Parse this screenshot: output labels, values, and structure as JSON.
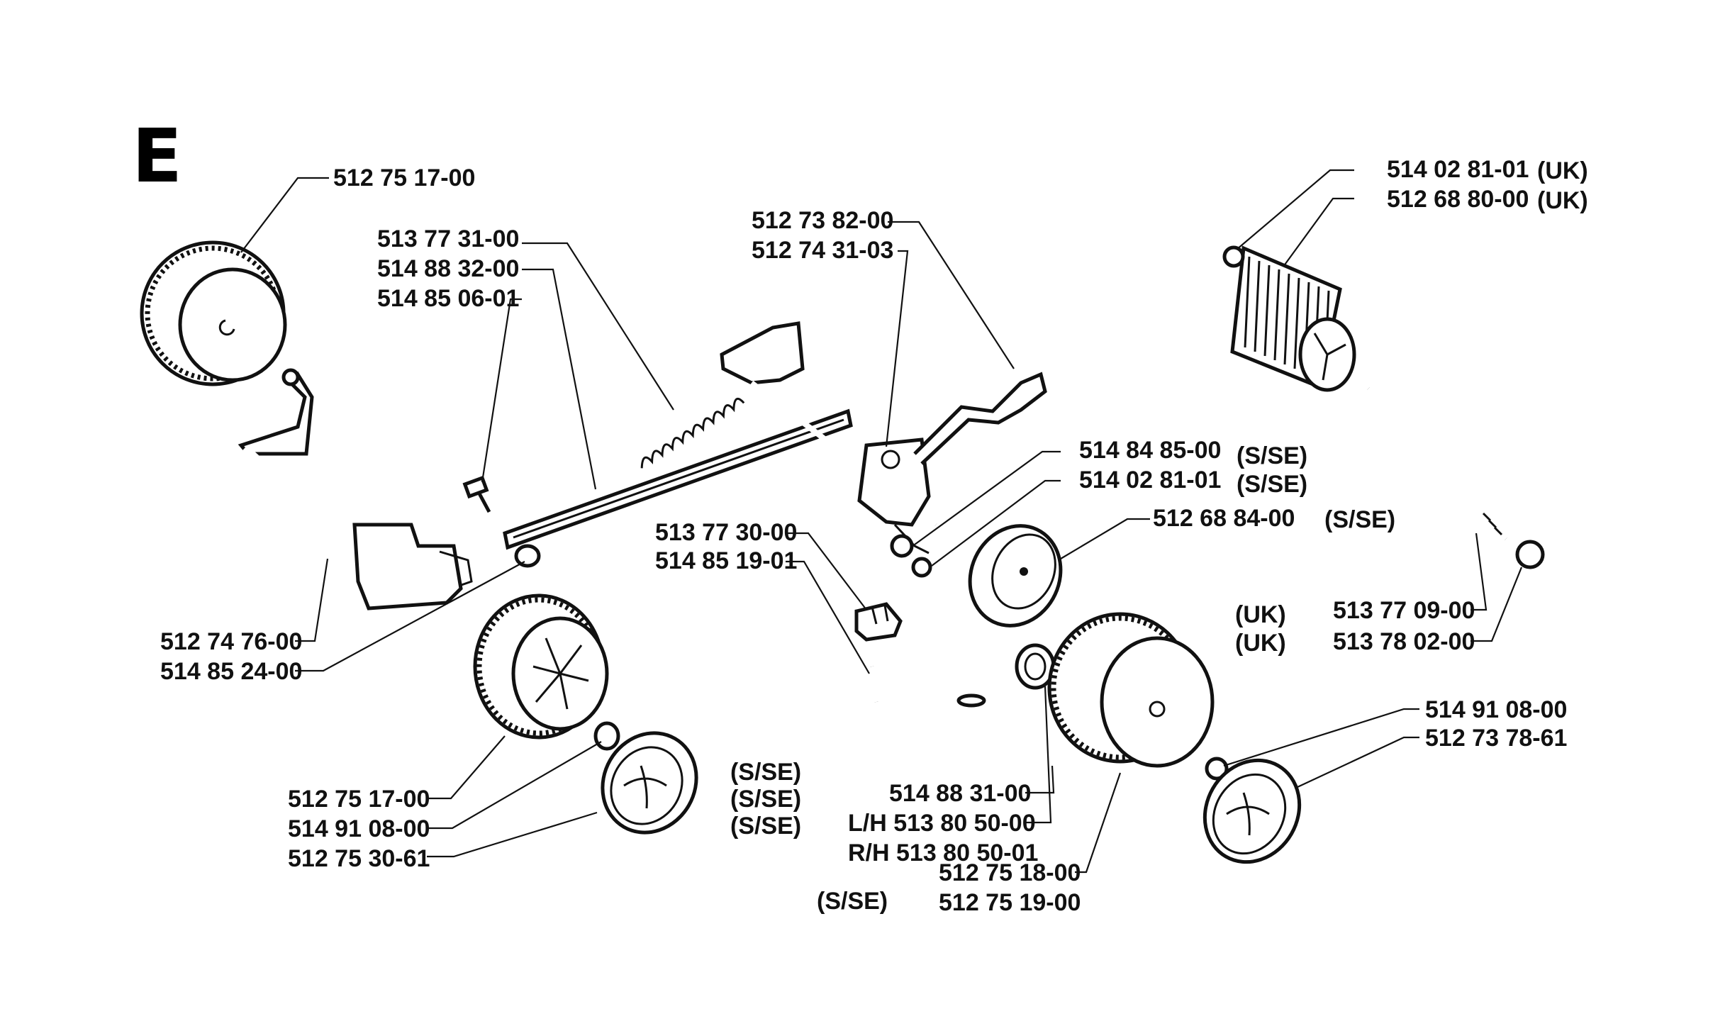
{
  "section_letter": "E",
  "labels": {
    "wheel_rear_left": "512 75 17-00",
    "spring": "513 77 31-00",
    "rear_axle": "514 88 32-00",
    "screw_left": "514 85 06-01",
    "bracket_upper_a": "512 73 82-00",
    "bracket_upper_b": "512 74 31-03",
    "nut_uk": "514 02 81-01",
    "roller_uk": "512 68 80-00",
    "uk_1": "(UK)",
    "uk_2": "(UK)",
    "nut_sse_a": "514 84 85-00",
    "nut_sse_b": "514 02 81-01",
    "sse_1": "(S/SE)",
    "sse_2": "(S/SE)",
    "hubcap_sse": "512 68 84-00",
    "sse_3": "(S/SE)",
    "clip_a": "513 77 30-00",
    "clip_b": "514 85 19-01",
    "height_arm": "512 74 76-00",
    "bushing": "514 85 24-00",
    "uk_3": "(UK)",
    "uk_4": "(UK)",
    "front_axle_a": "513 77 09-00",
    "front_axle_b": "513 78 02-00",
    "washer_right": "514 91 08-00",
    "hubcap_right": "512 73 78-61",
    "washer_mid": "514 88 31-00",
    "bushing_lh": "L/H 513 80 50-00",
    "bushing_rh": "R/H 513 80 50-01",
    "wheel_front": "512 75 17-00",
    "washer_front": "514 91 08-00",
    "hubcap_front": "512 75 30-61",
    "sse_4": "(S/SE)",
    "sse_5": "(S/SE)",
    "sse_6": "(S/SE)",
    "wheel_right_a": "512 75 18-00",
    "wheel_right_b": "512 75 19-00",
    "sse_7": "(S/SE)"
  }
}
